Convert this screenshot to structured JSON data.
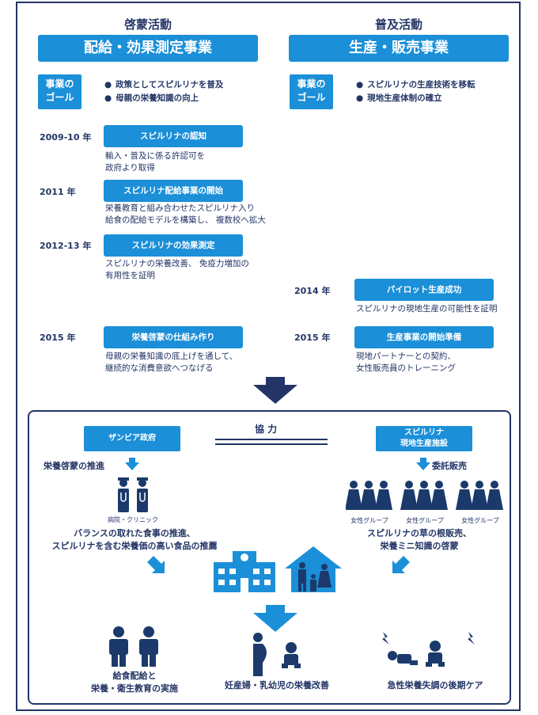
{
  "left": {
    "category": "啓蒙活動",
    "title": "配給・効果測定事業",
    "goal_label": "事業の\nゴール",
    "goals": [
      "政策としてスピルリナを普及",
      "母親の栄養知識の向上"
    ],
    "timeline": [
      {
        "year": "2009-10 年",
        "label": "スピルリナの認知",
        "desc": [
          "輸入・普及に係る許認可を",
          "政府より取得"
        ]
      },
      {
        "year": "2011 年",
        "label": "スピルリナ配給事業の開始",
        "desc": [
          "栄養教育と組み合わせたスピルリナ入り",
          "給食の配給モデルを構築し、 複数校へ拡大"
        ]
      },
      {
        "year": "2012-13 年",
        "label": "スピルリナの効果測定",
        "desc": [
          "スピルリナの栄養改善、 免疫力増加の",
          "有用性を証明"
        ]
      },
      {
        "year": "2015 年",
        "label": "栄養啓蒙の仕組み作り",
        "desc": [
          "母親の栄養知識の底上げを通して、",
          "継続的な消費意欲へつなげる"
        ]
      }
    ]
  },
  "right": {
    "category": "普及活動",
    "title": "生産・販売事業",
    "goal_label": "事業の\nゴール",
    "goals": [
      "スピルリナの生産技術を移転",
      "現地生産体制の確立"
    ],
    "timeline": [
      {
        "year": "2014 年",
        "label": "パイロット生産成功",
        "desc": [
          "スピルリナの現地生産の可能性を証明"
        ]
      },
      {
        "year": "2015 年",
        "label": "生産事業の開始準備",
        "desc": [
          "現地パートナーとの契約、",
          "女性販売員のトレーニング"
        ]
      }
    ]
  },
  "cooperation": {
    "label": "協 力",
    "left_actor": "ザンビア政府",
    "right_actor": "スピルリナ\n現地生産施設",
    "left_action": "栄養啓蒙の推進",
    "right_action": "委託販売",
    "clinic_label": "病院・クリニック",
    "group_labels": [
      "女性グループ",
      "女性グループ",
      "女性グループ"
    ],
    "left_result": [
      "バランスの取れた食事の推進、",
      "スピルリナを含む栄養価の高い食品の推薦"
    ],
    "right_result": [
      "スピルリナの草の根販売、",
      "栄養ミニ知識の啓蒙"
    ]
  },
  "outcomes": [
    {
      "text": [
        "給食配給と",
        "栄養・衛生教育の実施"
      ],
      "icon": "children-icon"
    },
    {
      "text": [
        "妊産婦・乳幼児の栄養改善"
      ],
      "icon": "mother-baby-icon"
    },
    {
      "text": [
        "急性栄養失調の後期ケア"
      ],
      "icon": "sick-baby-icon"
    }
  ],
  "colors": {
    "primary": "#1b8fd8",
    "navy": "#233566",
    "icon": "#1b3a6b"
  }
}
